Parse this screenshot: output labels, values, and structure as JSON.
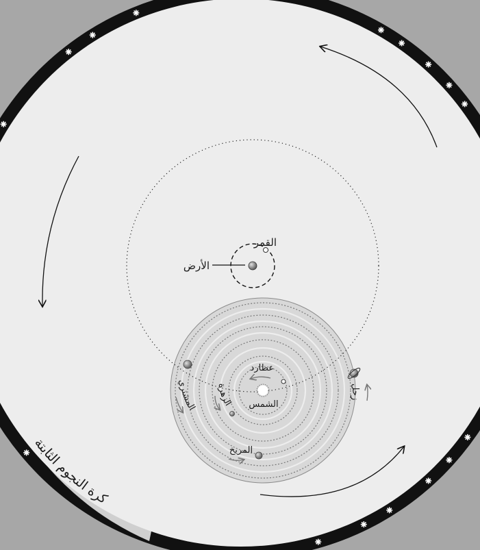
{
  "labels": {
    "moon": "القمر",
    "earth": "الأرض",
    "mercury": "عطارد",
    "venus": "الزهرة",
    "sun": "الشمس",
    "mars": "المريخ",
    "jupiter": "المشتري",
    "saturn": "زحل",
    "fixed_stars": "كرة النجوم الثابتة"
  },
  "colors": {
    "background_outer": "#a7a7a7",
    "sphere_fill": "#ededed",
    "star_band": "#111111",
    "star_band_light": "#cfcfcf",
    "planet_disk": "#d8d8d8",
    "planet_ring_stroke": "#8c8c8c",
    "orbit_dotted": "#333333",
    "body_fill": "#8a8a8a"
  },
  "stars_count": 24
}
